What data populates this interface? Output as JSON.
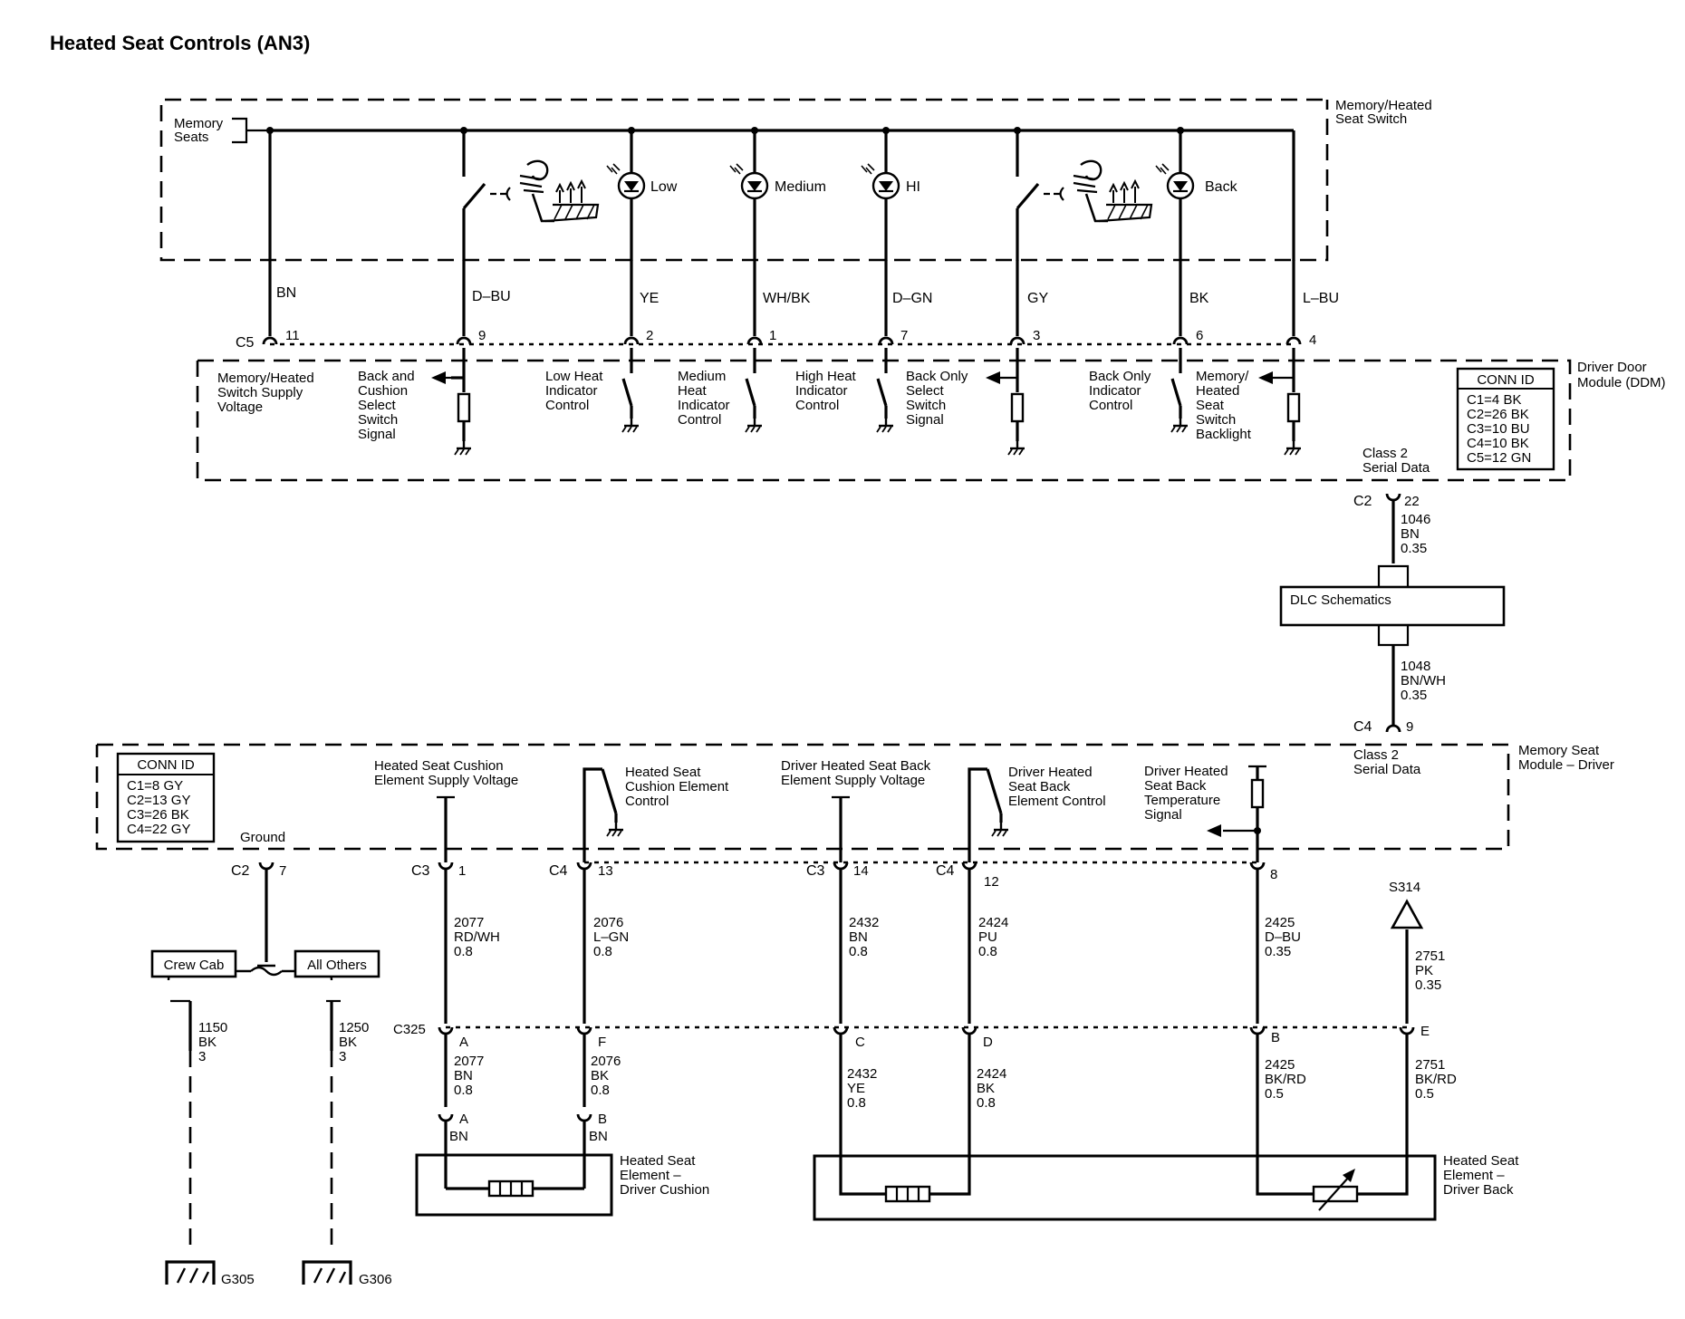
{
  "title": "Heated Seat Controls (AN3)",
  "switch_module": {
    "name_l1": "Memory/Heated",
    "name_l2": "Seat Switch",
    "memory_seats_l1": "Memory",
    "memory_seats_l2": "Seats",
    "led_low": "Low",
    "led_medium": "Medium",
    "led_hi": "HI",
    "led_back": "Back"
  },
  "wires_top": {
    "bn": "BN",
    "dbu": "D–BU",
    "ye": "YE",
    "whbk": "WH/BK",
    "dgn": "D–GN",
    "gy": "GY",
    "bk": "BK",
    "lbu": "L–BU"
  },
  "ddm_pins": {
    "c5": "C5",
    "p11": "11",
    "p9": "9",
    "p2": "2",
    "p1": "1",
    "p7": "7",
    "p3": "3",
    "p6": "6",
    "p4": "4"
  },
  "ddm": {
    "name_l1": "Driver Door",
    "name_l2": "Module (DDM)",
    "supply_l1": "Memory/Heated",
    "supply_l2": "Switch Supply",
    "supply_l3": "Voltage",
    "bc_l1": "Back and",
    "bc_l2": "Cushion",
    "bc_l3": "Select",
    "bc_l4": "Switch",
    "bc_l5": "Signal",
    "low_l1": "Low Heat",
    "low_l2": "Indicator",
    "low_l3": "Control",
    "med_l1": "Medium",
    "med_l2": "Heat",
    "med_l3": "Indicator",
    "med_l4": "Control",
    "high_l1": "High Heat",
    "high_l2": "Indicator",
    "high_l3": "Control",
    "bo_l1": "Back Only",
    "bo_l2": "Select",
    "bo_l3": "Switch",
    "bo_l4": "Signal",
    "boi_l1": "Back Only",
    "boi_l2": "Indicator",
    "boi_l3": "Control",
    "bl_l1": "Memory/",
    "bl_l2": "Heated",
    "bl_l3": "Seat",
    "bl_l4": "Switch",
    "bl_l5": "Backlight",
    "serial_l1": "Class 2",
    "serial_l2": "Serial Data",
    "conn_title": "CONN ID",
    "conn": [
      "C1=4 BK",
      "C2=26 BK",
      "C3=10 BU",
      "C4=10 BK",
      "C5=12 GN"
    ]
  },
  "dlc": {
    "c2": "C2",
    "p22": "22",
    "w1_circuit": "1046",
    "w1_color": "BN",
    "w1_size": "0.35",
    "box": "DLC Schematics",
    "w2_circuit": "1048",
    "w2_color": "BN/WH",
    "w2_size": "0.35",
    "c4": "C4",
    "p9": "9"
  },
  "msm": {
    "name_l1": "Memory Seat",
    "name_l2": "Module – Driver",
    "conn_title": "CONN ID",
    "conn": [
      "C1=8 GY",
      "C2=13 GY",
      "C3=26 BK",
      "C4=22 GY"
    ],
    "ground": "Ground",
    "cush_sup_l1": "Heated Seat Cushion",
    "cush_sup_l2": "Element Supply Voltage",
    "cush_ctl_l1": "Heated Seat",
    "cush_ctl_l2": "Cushion Element",
    "cush_ctl_l3": "Control",
    "back_sup_l1": "Driver Heated Seat Back",
    "back_sup_l2": "Element Supply Voltage",
    "back_ctl_l1": "Driver Heated",
    "back_ctl_l2": "Seat Back",
    "back_ctl_l3": "Element Control",
    "temp_l1": "Driver Heated",
    "temp_l2": "Seat Back",
    "temp_l3": "Temperature",
    "temp_l4": "Signal",
    "serial_l1": "Class 2",
    "serial_l2": "Serial Data"
  },
  "msm_pins": {
    "c2": "C2",
    "p7": "7",
    "c3a": "C3",
    "p1": "1",
    "c4a": "C4",
    "p13": "13",
    "c3b": "C3",
    "p14": "14",
    "c4b": "C4",
    "p12": "12",
    "p8": "8"
  },
  "mid_wires": [
    {
      "circuit": "2077",
      "color": "RD/WH",
      "size": "0.8"
    },
    {
      "circuit": "2076",
      "color": "L–GN",
      "size": "0.8"
    },
    {
      "circuit": "2432",
      "color": "BN",
      "size": "0.8"
    },
    {
      "circuit": "2424",
      "color": "PU",
      "size": "0.8"
    },
    {
      "circuit": "2425",
      "color": "D–BU",
      "size": "0.35"
    },
    {
      "circuit": "2751",
      "color": "PK",
      "size": "0.35"
    }
  ],
  "splice": "S314",
  "c325": {
    "name": "C325",
    "a": "A",
    "f": "F",
    "c": "C",
    "d": "D",
    "b": "B",
    "e": "E"
  },
  "low_wires": [
    {
      "circuit": "2077",
      "color": "BN",
      "size": "0.8"
    },
    {
      "circuit": "2076",
      "color": "BK",
      "size": "0.8"
    },
    {
      "circuit": "2432",
      "color": "YE",
      "size": "0.8"
    },
    {
      "circuit": "2424",
      "color": "BK",
      "size": "0.8"
    },
    {
      "circuit": "2425",
      "color": "BK/RD",
      "size": "0.5"
    },
    {
      "circuit": "2751",
      "color": "BK/RD",
      "size": "0.5"
    }
  ],
  "cushion": {
    "pin_a": "A",
    "pin_a_color": "BN",
    "pin_b": "B",
    "pin_b_color": "BN",
    "name_l1": "Heated Seat",
    "name_l2": "Element –",
    "name_l3": "Driver Cushion"
  },
  "back": {
    "name_l1": "Heated Seat",
    "name_l2": "Element –",
    "name_l3": "Driver Back"
  },
  "ground_branch": {
    "crew_cab": "Crew Cab",
    "all_others": "All Others",
    "w1_circuit": "1150",
    "w1_color": "BK",
    "w1_size": "3",
    "w2_circuit": "1250",
    "w2_color": "BK",
    "w2_size": "3",
    "g1": "G305",
    "g2": "G306"
  }
}
